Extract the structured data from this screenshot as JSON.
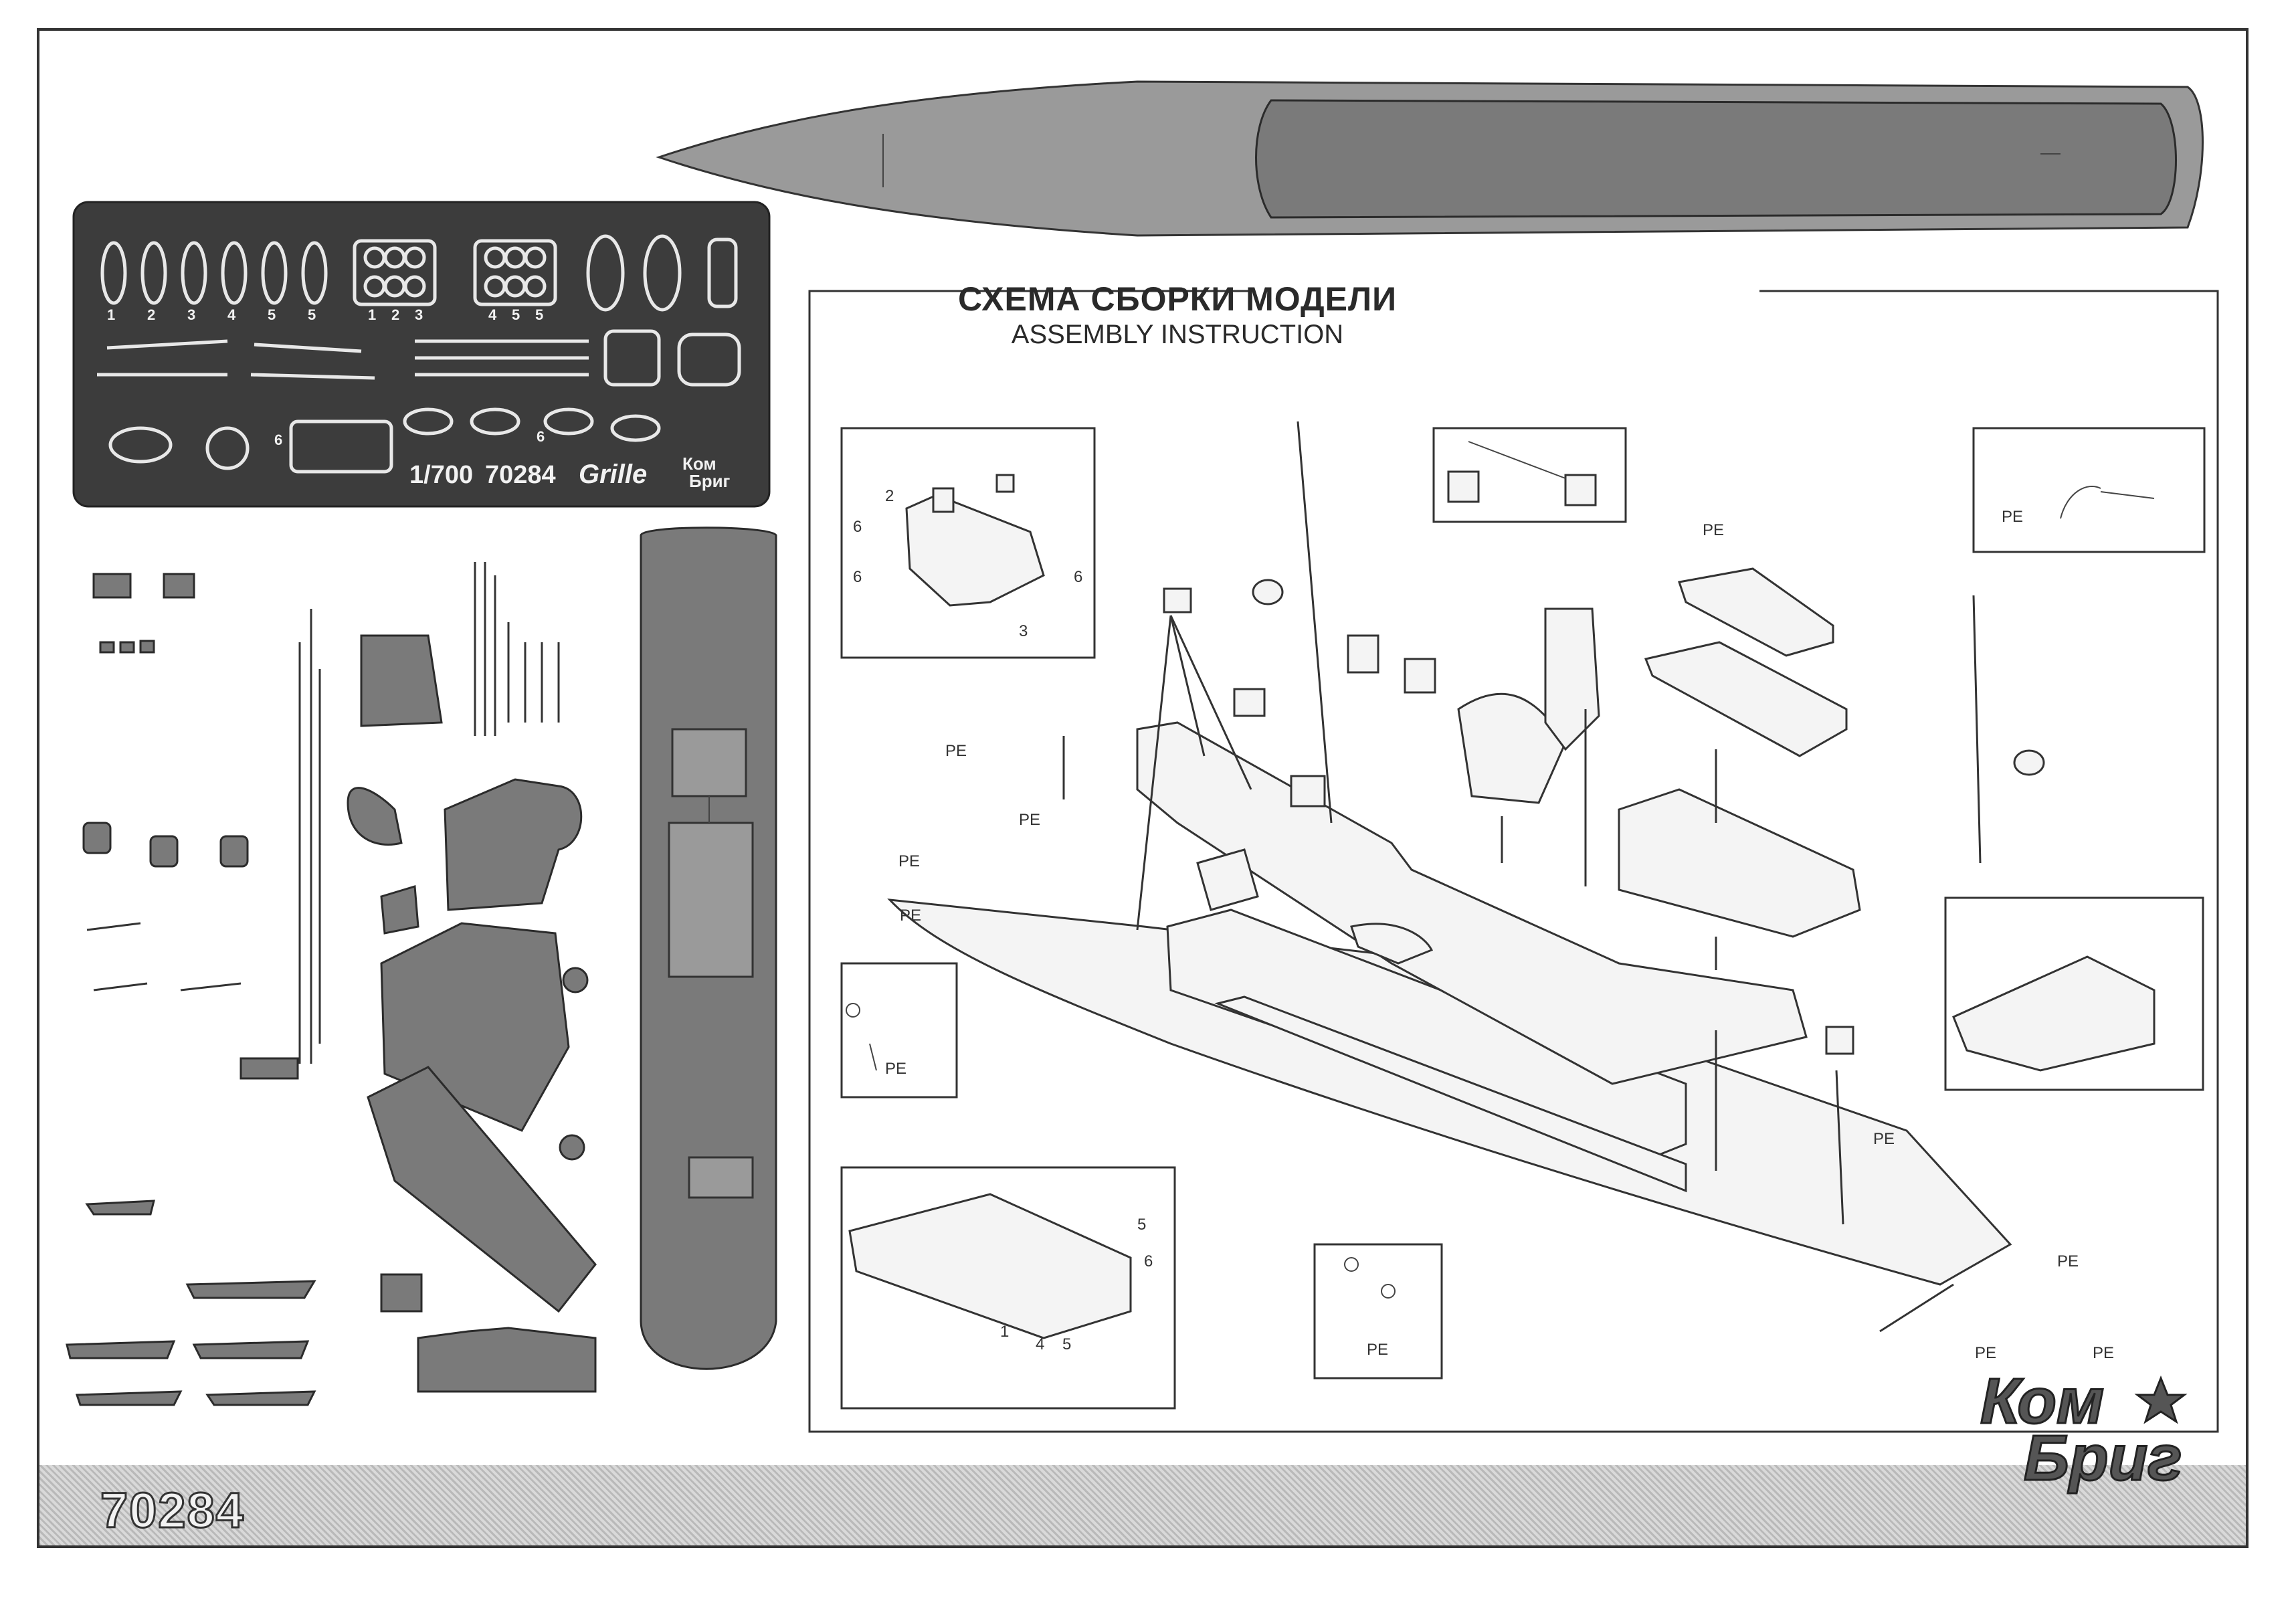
{
  "header": {
    "title_ru": "СХЕМА СБОРКИ МОДЕЛИ",
    "title_en": "ASSEMBLY INSTRUCTION"
  },
  "pe_sheet": {
    "scale": "1/700",
    "code": "70284",
    "name": "Grille",
    "logo_top": "Ком",
    "logo_bottom": "Бриг",
    "ring_numbers": [
      "1",
      "2",
      "3",
      "4",
      "5",
      "5"
    ],
    "wheel_numbers_a": [
      "1",
      "2",
      "3"
    ],
    "wheel_numbers_b": [
      "4",
      "5",
      "5"
    ],
    "mark_6": "6"
  },
  "callouts": {
    "pe": "PE",
    "n1": "1",
    "n2": "2",
    "n3": "3",
    "n4": "4",
    "n5": "5",
    "n6": "6"
  },
  "footer": {
    "code": "70284"
  },
  "logo": {
    "top": "Ком",
    "bottom": "Бриг"
  },
  "colors": {
    "frame": "#333333",
    "hatch": "#7a7a7a",
    "pe_sheet": "#3c3c3c",
    "footer_band": "#c8c8c8"
  }
}
